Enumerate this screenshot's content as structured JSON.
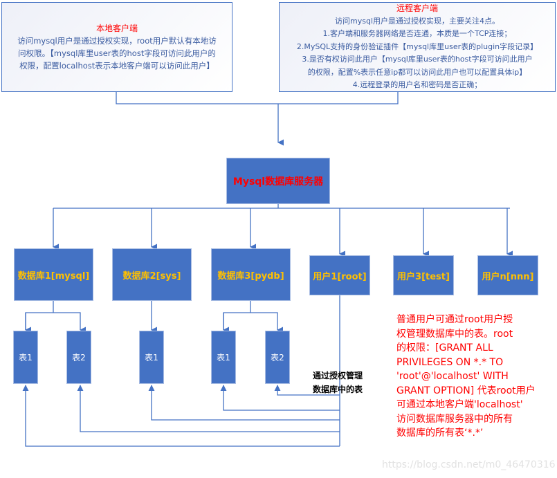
{
  "local_client": {
    "title": "本地客户端",
    "lines": [
      "访问mysql用户是通过授权实现，root用户默认有本地访",
      "问权限。【mysql库里user表的host字段可访问此用户的",
      "权限，配置localhost表示本地客户端可以访问此用户】"
    ]
  },
  "remote_client": {
    "title": "远程客户端",
    "lines": [
      "访问mysql用户是通过授权实现，主要关注4点。",
      "1.客户端和服务器网络是否连通，本质是一个TCP连接；",
      "2.MySQL支持的身份验证插件【mysql库里user表的plugin字段记录】",
      "3.是否有权访问此用户【mysql库里user表的host字段可访问此用户",
      "的权限，配置%表示任意ip都可以访问此用户也可以配置具体ip】",
      "4.远程登录的用户名和密码是否正确；"
    ]
  },
  "server": {
    "label": "Mysql数据库服务器"
  },
  "databases": [
    {
      "label": "数据库1[mysql]",
      "tables": [
        "表1",
        "表2"
      ]
    },
    {
      "label": "数据库2[sys]",
      "tables": [
        "表1"
      ]
    },
    {
      "label": "数据库3[pydb]",
      "tables": [
        "表1",
        "表2"
      ]
    }
  ],
  "users": [
    {
      "label": "用户1[root]"
    },
    {
      "label": "用户3[test]"
    },
    {
      "label": "用户n[nnn]"
    }
  ],
  "grant_note": {
    "lines": [
      "通过授权管理",
      "数据库中的表"
    ]
  },
  "root_note": {
    "lines": [
      "普通用户可通过root用户授",
      "权管理数据库中的表。root",
      "的权限：[GRANT ALL",
      "PRIVILEGES ON *.* TO",
      "'root'@'localhost' WITH",
      "GRANT OPTION] 代表root用户",
      "可通过本地客户端'localhost'",
      "访问数据库服务器中的所有",
      "数据库的所有表‘*.*’"
    ]
  },
  "watermark": "https://blog.csdn.net/m0_46470316",
  "colors": {
    "node_fill": "#4472c4",
    "connector": "#4472c4",
    "title_red": "#ff0000",
    "db_label": "#ffc000"
  }
}
